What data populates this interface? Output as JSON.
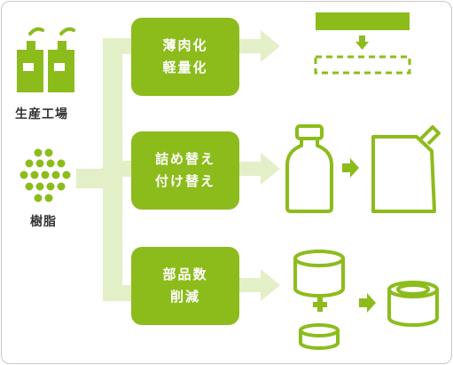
{
  "colors": {
    "accent": "#8cbc1c",
    "flow": "#e3efc6",
    "border": "#c9c9c9",
    "text": "#333333"
  },
  "sources": [
    {
      "label": "生産工場",
      "icon": "factory-icon"
    },
    {
      "label": "樹脂",
      "icon": "resin-pellets-icon"
    }
  ],
  "methods": [
    {
      "lines": [
        "薄肉化",
        "軽量化"
      ],
      "illustration": "thinning-diagram"
    },
    {
      "lines": [
        "詰め替え",
        "付け替え"
      ],
      "illustration": "refill-bottle-pouch"
    },
    {
      "lines": [
        "部品数",
        "削減"
      ],
      "illustration": "parts-reduction"
    }
  ]
}
